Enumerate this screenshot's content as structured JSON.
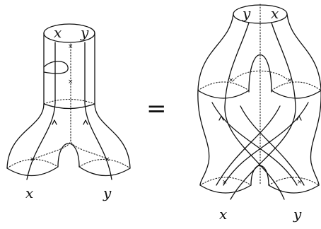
{
  "diagram": {
    "left": {
      "top_labels": [
        "x",
        "y"
      ],
      "bottom_labels": [
        "x",
        "y"
      ]
    },
    "relation": "=",
    "right": {
      "top_labels": [
        "y",
        "x"
      ],
      "bottom_labels": [
        "x",
        "y"
      ]
    }
  }
}
